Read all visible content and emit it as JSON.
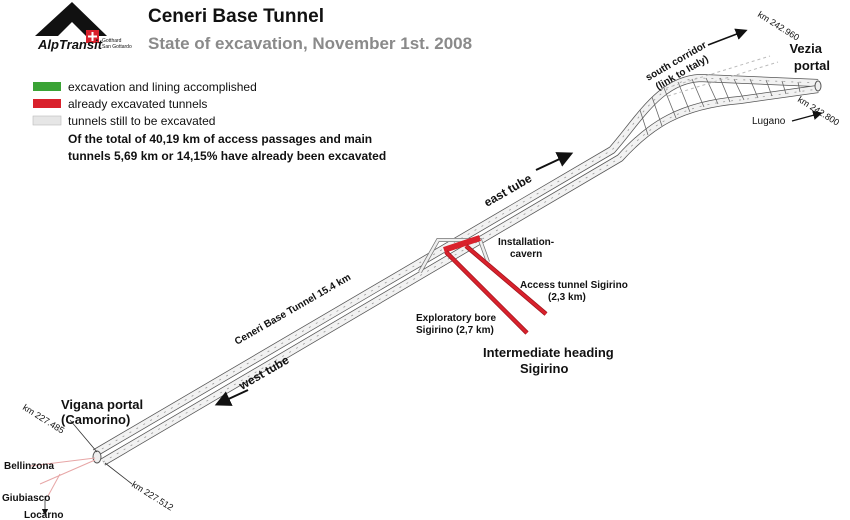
{
  "header": {
    "logo_word": "AlpTransit",
    "logo_sub1": "Gotthard",
    "logo_sub2": "San Gottardo",
    "title": "Ceneri Base Tunnel",
    "subtitle": "State of excavation, November 1st. 2008"
  },
  "legend": {
    "items": [
      {
        "label": "excavation and lining accomplished",
        "color": "#3aa335"
      },
      {
        "label": "already excavated tunnels",
        "color": "#d9212c"
      },
      {
        "label": "tunnels still to be excavated",
        "color": "#e6e6e6"
      }
    ],
    "note_line1": "Of the total of 40,19 km of access passages and main",
    "note_line2": "tunnels 5,69 km or 14,15% have already been excavated"
  },
  "labels": {
    "vezia_portal_1": "Vezia",
    "vezia_portal_2": "portal",
    "km_242_960": "km 242.960",
    "km_242_800": "km 242.800",
    "lugano": "Lugano",
    "south_corridor_1": "south corridor",
    "south_corridor_2": "(link to Italy)",
    "east_tube": "east tube",
    "west_tube": "west tube",
    "tunnel_name": "Ceneri Base Tunnel 15.4 km",
    "installation_cavern_1": "Installation-",
    "installation_cavern_2": "cavern",
    "access_tunnel_1": "Access tunnel Sigirino",
    "access_tunnel_2": "(2,3 km)",
    "exploratory_bore_1": "Exploratory bore",
    "exploratory_bore_2": "Sigirino (2,7 km)",
    "intermediate_heading_1": "Intermediate heading",
    "intermediate_heading_2": "Sigirino",
    "vigana_portal_1": "Vigana portal",
    "vigana_portal_2": "(Camorino)",
    "km_227_485": "km 227.485",
    "km_227_512": "km 227.512",
    "bellinzona": "Bellinzona",
    "giubiasco": "Giubiasco",
    "locarno": "Locarno"
  }
}
